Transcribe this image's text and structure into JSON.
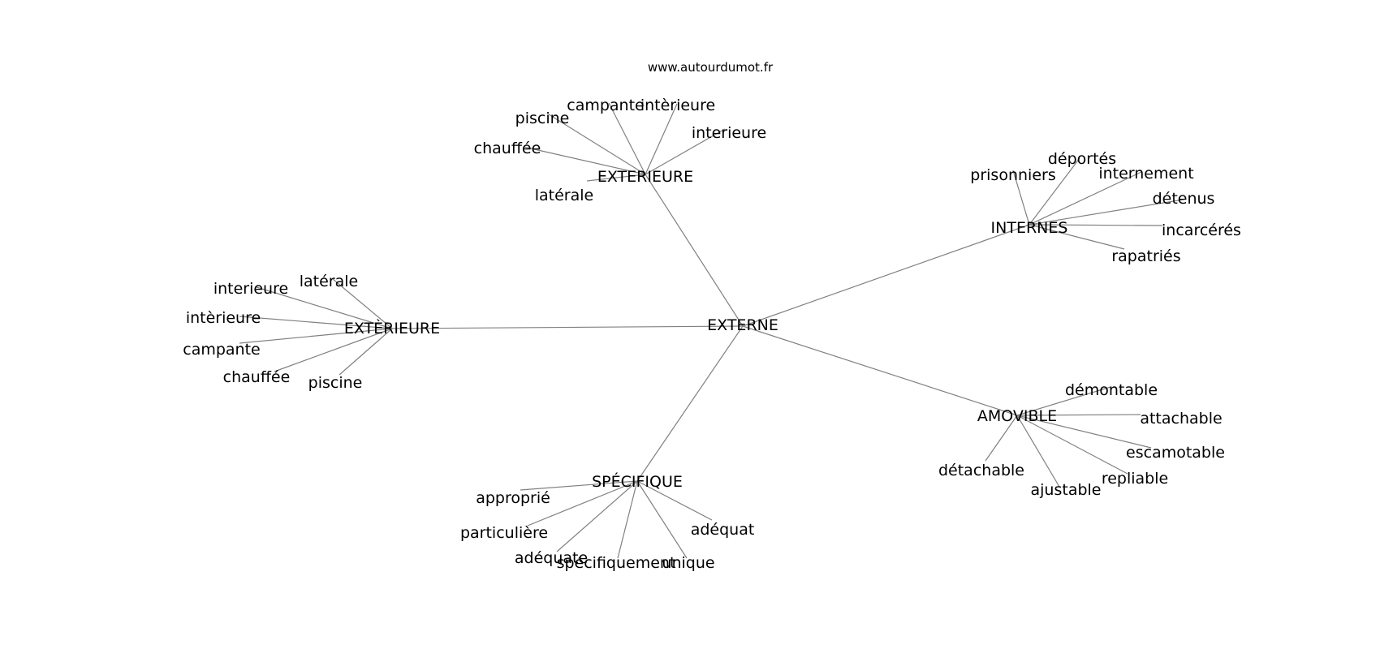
{
  "site": "www.autourdumot.fr",
  "root": "EXTERNE",
  "hubs": [
    {
      "id": "exterieure-top",
      "label": "EXTERIEURE",
      "leaves": [
        "latérale",
        "chauffée",
        "piscine",
        "campante",
        "intèrieure",
        "interieure"
      ]
    },
    {
      "id": "internes",
      "label": "INTERNES",
      "leaves": [
        "prisonniers",
        "déportés",
        "internement",
        "détenus",
        "incarcérés",
        "rapatriés"
      ]
    },
    {
      "id": "exterieure-left",
      "label": "EXTÈRIEURE",
      "leaves": [
        "latérale",
        "interieure",
        "intèrieure",
        "campante",
        "chauffée",
        "piscine"
      ]
    },
    {
      "id": "amovible",
      "label": "AMOVIBLE",
      "leaves": [
        "démontable",
        "attachable",
        "escamotable",
        "repliable",
        "ajustable",
        "détachable"
      ]
    },
    {
      "id": "specifique",
      "label": "SPÉCIFIQUE",
      "leaves": [
        "approprié",
        "particulière",
        "adéquate",
        "spécifiquement",
        "unique",
        "adéquat"
      ]
    }
  ]
}
